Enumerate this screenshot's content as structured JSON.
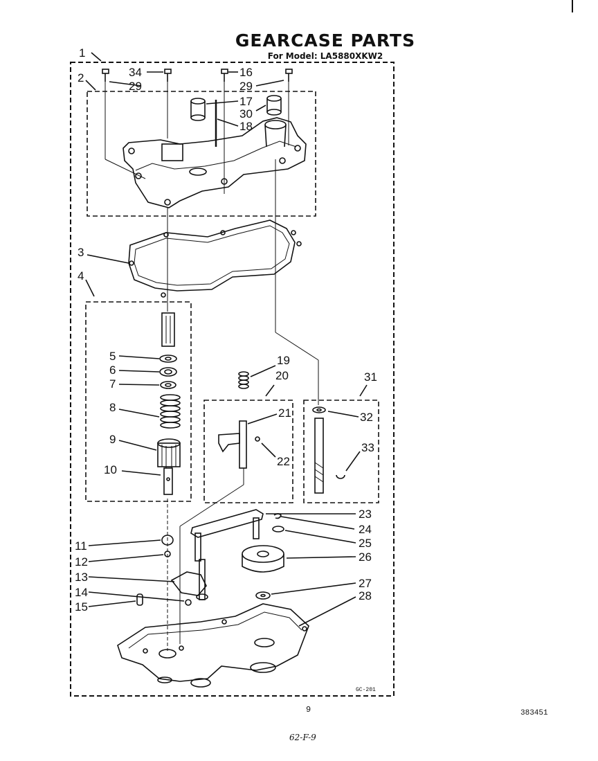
{
  "header": {
    "title": "GEARCASE PARTS",
    "subtitle": "For Model: LA5880XKW2"
  },
  "footer": {
    "drawing_code": "GC-201",
    "page_number": "9",
    "document_number": "383451",
    "handwritten_note": "62-F-9"
  },
  "callouts": {
    "c1": "1",
    "c2": "2",
    "c3": "3",
    "c4": "4",
    "c5": "5",
    "c6": "6",
    "c7": "7",
    "c8": "8",
    "c9": "9",
    "c10": "10",
    "c11": "11",
    "c12": "12",
    "c13": "13",
    "c14": "14",
    "c15": "15",
    "c16": "16",
    "c17": "17",
    "c18": "18",
    "c19": "19",
    "c20": "20",
    "c21": "21",
    "c22": "22",
    "c23": "23",
    "c24": "24",
    "c25": "25",
    "c26": "26",
    "c27": "27",
    "c28": "28",
    "c29a": "29",
    "c29b": "29",
    "c30": "30",
    "c31": "31",
    "c32": "32",
    "c33": "33",
    "c34": "34"
  }
}
